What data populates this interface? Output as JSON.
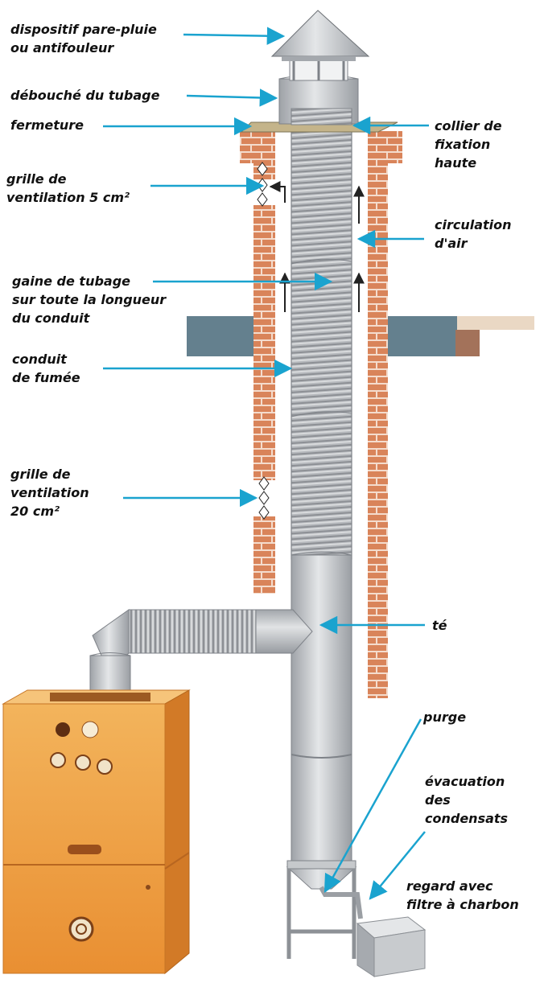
{
  "colors": {
    "arrow": "#1aa3cf",
    "brick": "#d9845a",
    "mortar": "#f4dccd",
    "steel": "#b9bcc0",
    "boiler": "#f0a448",
    "beam": "#64808e"
  },
  "labels": {
    "pare_pluie": [
      "dispositif pare-pluie",
      "ou antifouleur"
    ],
    "debouche": [
      "débouché du tubage"
    ],
    "fermeture": [
      "fermeture"
    ],
    "grille_5": [
      "grille de",
      "ventilation 5 cm²"
    ],
    "gaine": [
      "gaine de tubage",
      "sur toute la longueur",
      "du conduit"
    ],
    "conduit": [
      "conduit",
      "de fumée"
    ],
    "grille_20": [
      "grille de",
      "ventilation",
      "20 cm²"
    ],
    "collier": [
      "collier de",
      "fixation",
      "haute"
    ],
    "circulation": [
      "circulation",
      "d'air"
    ],
    "te": [
      "té"
    ],
    "purge": [
      "purge"
    ],
    "evacuation": [
      "évacuation",
      "des",
      "condensats"
    ],
    "regard": [
      "regard avec",
      "filtre à charbon"
    ]
  }
}
